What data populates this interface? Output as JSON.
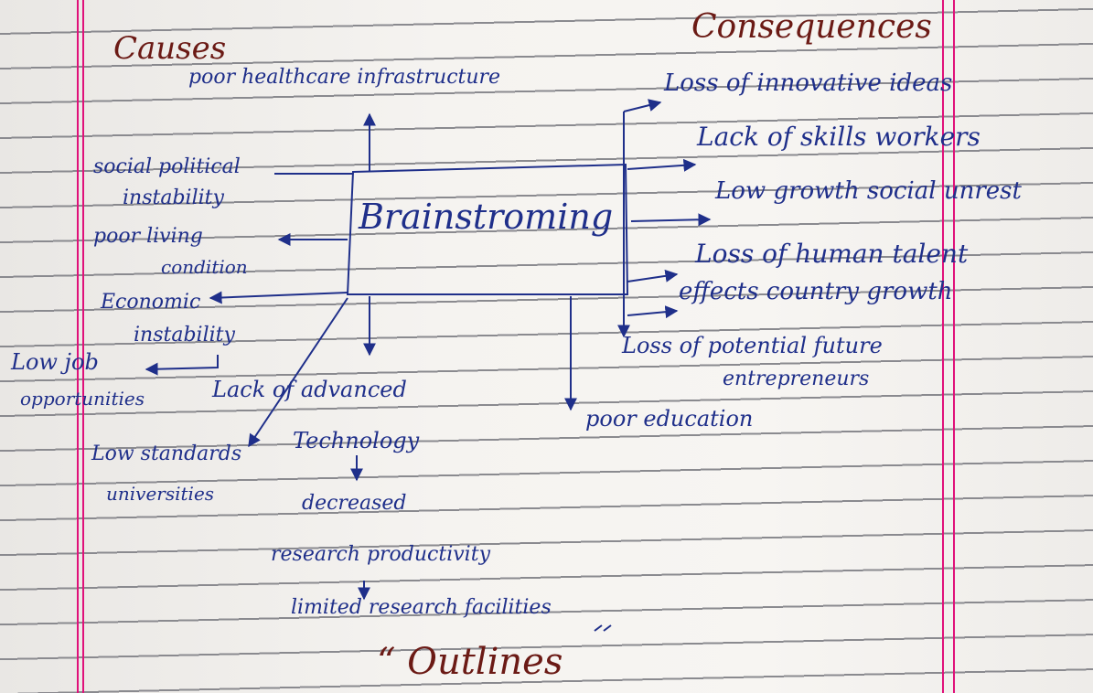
{
  "colors": {
    "ink": "#1f2f8a",
    "heading_ink": "#6b1a15",
    "margin_line": "#e0117a",
    "rule_line": "#8a8a8f",
    "paper": "#f5f3f0"
  },
  "headings": {
    "causes": "Causes",
    "consequences": "Consequences",
    "center": "Brainstroming",
    "footer": "“ Outlines"
  },
  "causes": {
    "healthcare": "poor healthcare infrastructure",
    "sociopolitical_1": "social political",
    "sociopolitical_2": "instability",
    "living_1": "poor living",
    "living_2": "condition",
    "economic_1": "Economic",
    "economic_2": "instability",
    "job_1": "Low job",
    "job_2": "opportunities",
    "universities_1": "Low standards",
    "universities_2": "universities",
    "tech_1": "Lack of advanced",
    "tech_2": "Technology",
    "research_1": "decreased",
    "research_2": "research productivity",
    "facilities": "limited research facilities",
    "education": "poor education"
  },
  "consequences": {
    "c1": "Loss of innovative ideas",
    "c2": "Lack of skills workers",
    "c3": "Low growth social unrest",
    "c4": "Loss of human talent",
    "c5": "effects country growth",
    "c6_1": "Loss of potential future",
    "c6_2": "entrepreneurs"
  }
}
